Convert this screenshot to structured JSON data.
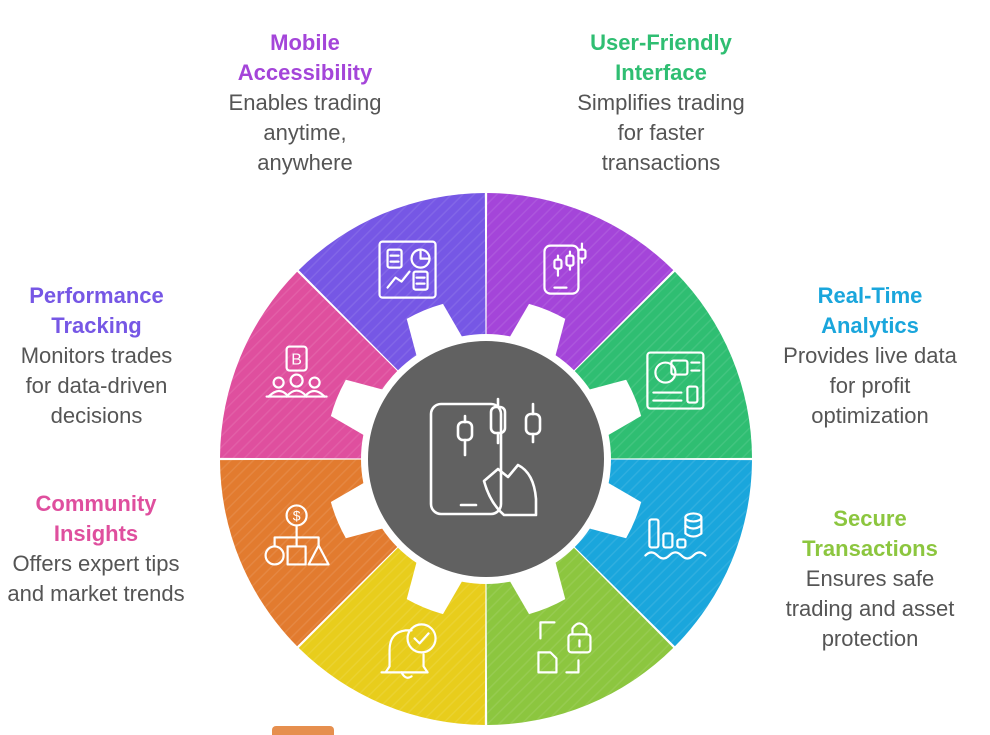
{
  "center": {
    "color": "#616161",
    "icon": "mobile-trading-chart-icon"
  },
  "segments": [
    {
      "id": "mobile-accessibility",
      "color": "#a445d9",
      "icon": "mobile-candlestick-icon",
      "title": "Mobile\nAccessibility",
      "desc": "Enables trading\nanytime,\nanywhere"
    },
    {
      "id": "user-friendly-interface",
      "color": "#2fbe72",
      "icon": "dashboard-interface-icon",
      "title": "User-Friendly\nInterface",
      "desc": "Simplifies trading\nfor faster\ntransactions"
    },
    {
      "id": "real-time-analytics",
      "color": "#1aa6dc",
      "icon": "data-analytics-icon",
      "title": "Real-Time\nAnalytics",
      "desc": "Provides live data\nfor profit\noptimization"
    },
    {
      "id": "secure-transactions",
      "color": "#8cc63f",
      "icon": "secure-lock-icon",
      "title": "Secure\nTransactions",
      "desc": "Ensures safe\ntrading and asset\nprotection"
    },
    {
      "id": "alerts",
      "color": "#e8cd1c",
      "icon": "notification-bell-icon",
      "title": "",
      "desc": ""
    },
    {
      "id": "asset",
      "color": "#e27b2f",
      "icon": "asset-diversification-icon",
      "title": "",
      "desc": ""
    },
    {
      "id": "community-insights",
      "color": "#df4f9e",
      "icon": "community-bitcoin-icon",
      "title": "Community\nInsights",
      "desc": "Offers expert tips\nand market trends"
    },
    {
      "id": "performance-tracking",
      "color": "#7657e5",
      "icon": "performance-report-icon",
      "title": "Performance\nTracking",
      "desc": "Monitors trades\nfor data-driven\ndecisions"
    }
  ]
}
